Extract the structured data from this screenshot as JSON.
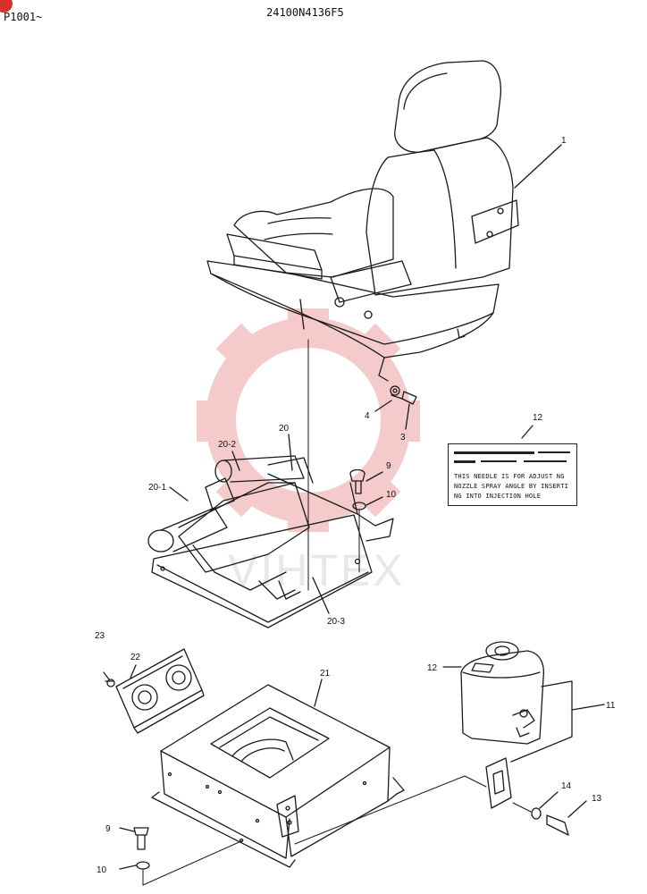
{
  "header": {
    "serial_range": "P1001~",
    "drawing_number": "24100N4136F5"
  },
  "note_label": {
    "line1": "THIS NEEDLE IS FOR ADJUST NG",
    "line2": "NOZZLE SPRAY ANGLE BY INSERTI",
    "line3": "NG INTO INJECTION HOLE"
  },
  "callouts": {
    "c1": "1",
    "c3": "3",
    "c4": "4",
    "c9a": "9",
    "c10a": "10",
    "c12a": "12",
    "c20": "20",
    "c20_1": "20-1",
    "c20_2": "20-2",
    "c20_3": "20-3",
    "c21": "21",
    "c22": "22",
    "c23": "23",
    "c12b": "12",
    "c11": "11",
    "c14": "14",
    "c13": "13",
    "c9b": "9",
    "c10b": "10"
  },
  "watermark": "VIHTEX",
  "colors": {
    "line": "#1a1a1a",
    "watermark": "#f2b9b9",
    "badge": "#d9302a"
  }
}
